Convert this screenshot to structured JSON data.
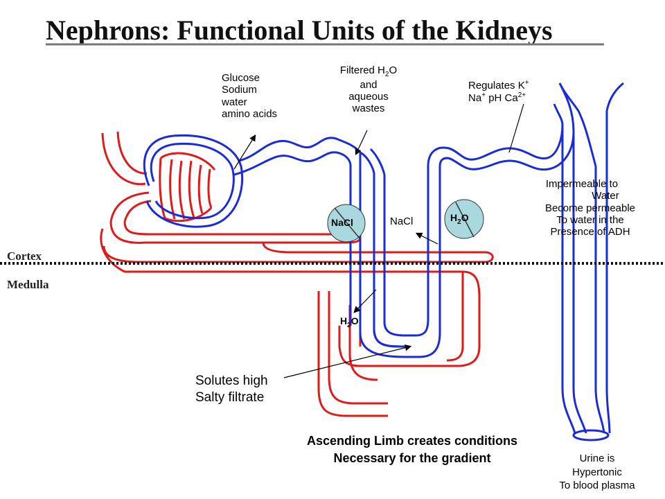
{
  "title": "Nephrons: Functional Units of the Kidneys",
  "regions": {
    "cortex": "Cortex",
    "medulla": "Medulla"
  },
  "labels": {
    "reabsorbed": [
      "Glucose",
      "Sodium",
      "water",
      "amino acids"
    ],
    "filtered": {
      "line1": "Filtered H",
      "sub": "2",
      "line1_end": "O",
      "line2": "and",
      "line3": "aqueous",
      "line4": "wastes"
    },
    "regulates": {
      "line1": "Regulates K",
      "line1_sup": "+",
      "line2_a": "Na",
      "line2_sup1": "+",
      "line2_b": " pH Ca",
      "line2_sup2": "2+"
    },
    "impermeable": [
      "Impermeable to",
      "Water",
      "Become permeable",
      "To water in the",
      "Presence of ADH"
    ],
    "nacl_bubble": "NaCl",
    "nacl_plain": "NaCl",
    "h2o_bubble": {
      "a": "H",
      "sub": "2",
      "b": "O"
    },
    "h2o_medulla": {
      "a": "H",
      "sub": "2",
      "b": "O"
    },
    "solutes": [
      "Solutes high",
      "Salty filtrate"
    ],
    "ascending": [
      "Ascending Limb creates conditions",
      "Necessary for the gradient"
    ],
    "urine": [
      "Urine is",
      "Hypertonic",
      "To blood plasma"
    ]
  },
  "colors": {
    "tubule": "#1a2bd8",
    "vessel": "#e01a1a",
    "bubble": "#a9d8de",
    "divider": "#111111"
  }
}
